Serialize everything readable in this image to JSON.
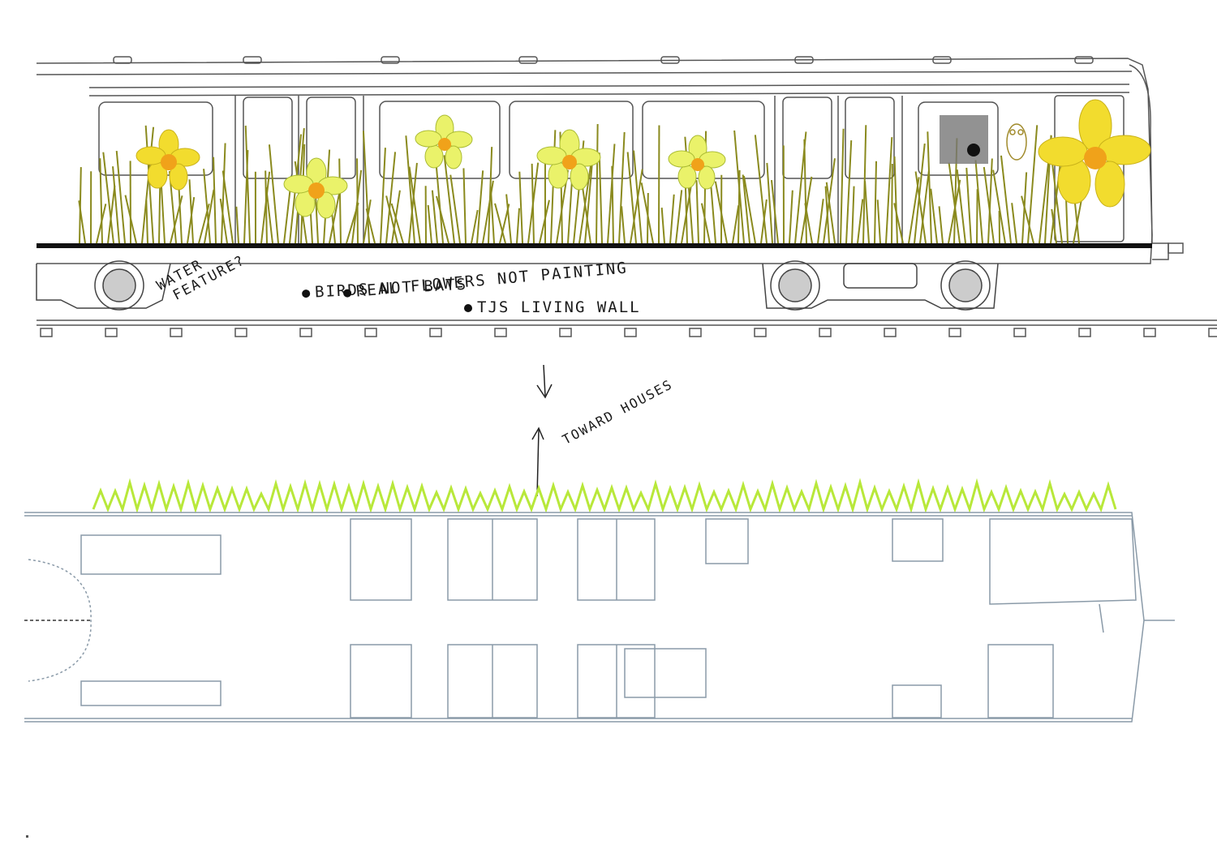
{
  "annotations": {
    "water_feature_line1": "WATER",
    "water_feature_line2": "FEATURE?",
    "birds": "BIRDS NOT BATS",
    "flowers": "REAL FLOWERS NOT PAINTING",
    "living_wall": "TJS LIVING WALL",
    "toward_houses": "TOWARD HOUSES"
  },
  "colors": {
    "line": "#555555",
    "plan_line": "#8a9aa8",
    "grass": "#8a8a1e",
    "flower_yellow": "#f2dc2e",
    "flower_center": "#f0a21a",
    "hedge_green": "#b8e83a"
  }
}
